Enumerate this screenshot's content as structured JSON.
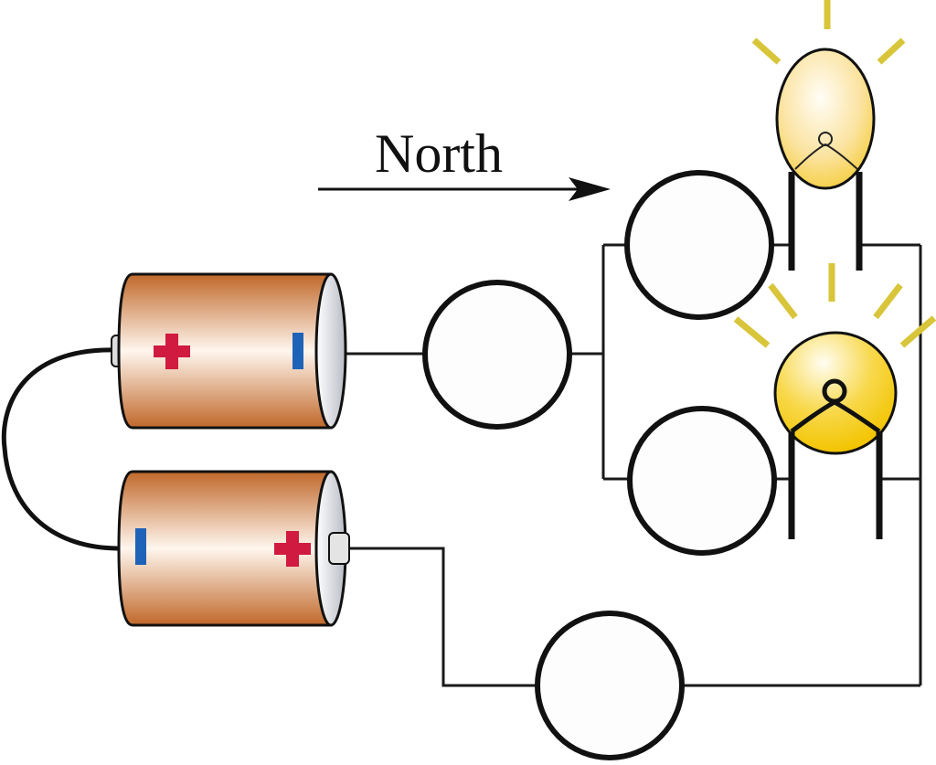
{
  "diagram": {
    "title_label": "North",
    "direction_arrow": "right",
    "colors": {
      "battery_body": "#c8753a",
      "plus_sign": "#d11a3f",
      "minus_sign": "#1f63b8",
      "bulb_glow": "#f5d21c",
      "rays": "#d8c53a",
      "wire": "#1a1a1a"
    },
    "batteries": [
      {
        "id": "battery-top",
        "left_terminal": "+",
        "right_terminal": "-"
      },
      {
        "id": "battery-bottom",
        "left_terminal": "-",
        "right_terminal": "+"
      }
    ],
    "plus_symbol": "+",
    "minus_symbol": "-",
    "bulbs": [
      {
        "id": "bulb-top",
        "shape": "oval",
        "brightness": "dim"
      },
      {
        "id": "bulb-bottom",
        "shape": "round",
        "brightness": "bright"
      }
    ],
    "meters": [
      {
        "id": "meter-series-main"
      },
      {
        "id": "meter-branch-top"
      },
      {
        "id": "meter-branch-bottom"
      },
      {
        "id": "meter-return"
      }
    ]
  }
}
